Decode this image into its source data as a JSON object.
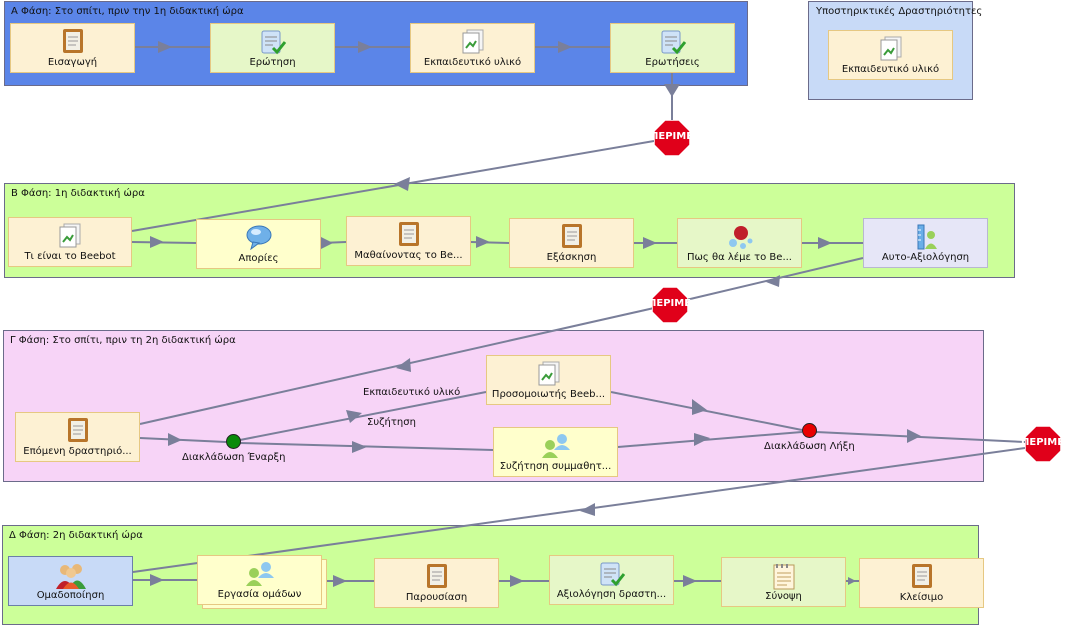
{
  "phases": {
    "a": {
      "title": "Α Φάση: Στο σπίτι, πριν την 1η διδακτική ώρα",
      "color": "#5b85e8"
    },
    "b": {
      "title": "Β Φάση: 1η διδακτική ώρα",
      "color": "#ccff99"
    },
    "c": {
      "title": "Γ Φάση: Στο σπίτι, πριν τη 2η διδακτική ώρα",
      "color": "#f7d4f7"
    },
    "d": {
      "title": "Δ Φάση: 2η διδακτική ώρα",
      "color": "#ccff99"
    },
    "support": {
      "title": "Υποστηρικτικές Δραστηριότητες",
      "color": "#c8daf7"
    }
  },
  "nodes": {
    "a1": "Εισαγωγή",
    "a2": "Ερώτηση",
    "a3": "Εκπαιδευτικό υλικό",
    "a4": "Ερωτήσεις",
    "s1": "Εκπαιδευτικό υλικό",
    "b1": "Τι είναι το Beebot",
    "b2": "Απορίες",
    "b3": "Μαθαίνοντας το Be...",
    "b4": "Εξάσκηση",
    "b5": "Πως θα λέμε το Be...",
    "b6": "Αυτο-Αξιολόγηση",
    "c1": "Επόμενη δραστηριό...",
    "c2": "Προσομοιωτής Beeb...",
    "c3": "Συζήτηση συμμαθητ...",
    "d1": "Ομαδοποίηση",
    "d2": "Εργασία ομάδων",
    "d3": "Παρουσίαση",
    "d4": "Αξιολόγηση δραστη...",
    "d5": "Σύνοψη",
    "d6": "Κλείσιμο"
  },
  "gates": {
    "g1": "ΠΕΡΙΜΕΝΕ",
    "g2": "ΠΕΡΙΜΕΝΕ",
    "g3": "ΠΕΡΙΜΕΝΕ"
  },
  "branching": {
    "start": "Διακλάδωση Έναρξη",
    "end": "Διακλάδωση Λήξη",
    "path1": "Εκπαιδευτικό υλικό",
    "path2": "Συζήτηση"
  },
  "colors": {
    "activity": "#fdf1d3",
    "activity_green": "#e6f7c8",
    "activity_yellow": "#ffffcc",
    "activity_lilac": "#e6e6f7",
    "activity_blue": "#c8daf7",
    "connector": "#7a7f9a",
    "stop": "#e0001a",
    "start_dot": "#0a8a0a",
    "end_dot": "#e80000"
  }
}
